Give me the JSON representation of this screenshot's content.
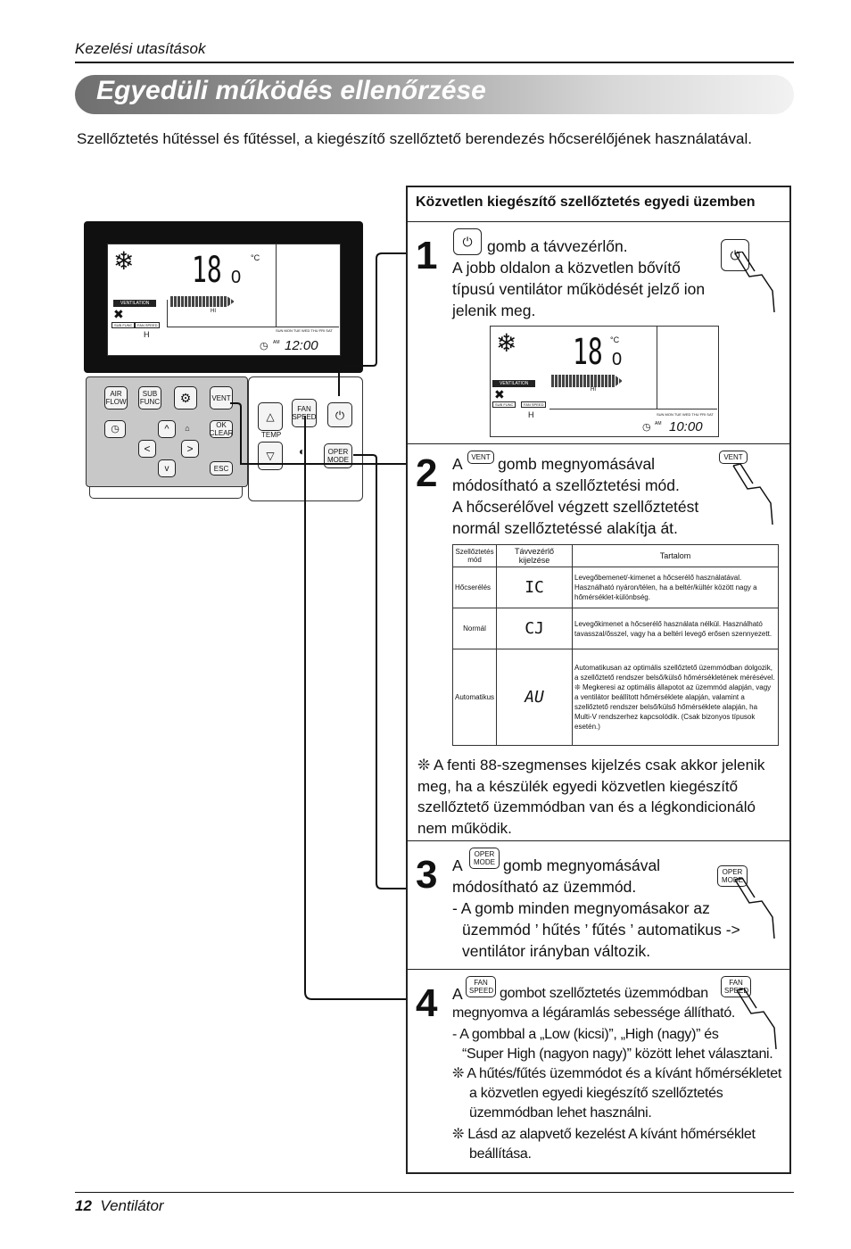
{
  "header": {
    "section": "Kezelési utasítások"
  },
  "title": "Egyedüli működés ellenőrzése",
  "intro": "Szellőztetés hűtéssel és fűtéssel, a kiegészítő szellőztető berendezés hőcserélőjének használatával.",
  "remote": {
    "lcd": {
      "temp": "18",
      "temp_dec": "0",
      "unit": "°C",
      "ventilation": "VENTILATION",
      "sub_func": "SUB FUNC",
      "fan_speed": "FAN SPEED",
      "fan_level": "HI",
      "h": "H",
      "am": "AM",
      "time_main": "12:00",
      "time_step": "10:00",
      "days": "SUN MON TUE WED THU FRI SAT"
    },
    "keys": {
      "air_flow": "AIR FLOW",
      "sub_func": "SUB FUNC",
      "vent": "VENT",
      "ok_clear": "OK CLEAR",
      "esc": "ESC",
      "temp": "TEMP",
      "fan_speed": "FAN SPEED",
      "oper_mode": "OPER MODE"
    }
  },
  "panel_header": "Közvetlen kiegészítő szellőztetés egyedi üzemben",
  "steps": [
    {
      "num": "1",
      "lines": [
        "gomb a távvezérlőn.",
        "A jobb oldalon a közvetlen bővítő",
        "típusú ventilátor működését jelző ion",
        "jelenik meg."
      ]
    },
    {
      "num": "2",
      "lead": "A",
      "lines": [
        "gomb megnyomásával",
        "módosítható a szellőztetési mód.",
        "A hőcserélővel végzett szellőztetést",
        "normál szellőztetéssé alakítja át."
      ]
    },
    {
      "num": "3",
      "lead": "A",
      "lines": [
        "gomb megnyomásával",
        "módosítható az üzemmód.",
        "- A gomb minden megnyomásakor az",
        "üzemmód ’ hűtés ’ fűtés ’ automatikus ->",
        "ventilátor irányban változik."
      ]
    },
    {
      "num": "4",
      "lead": "A",
      "lines": [
        "gombot szellőztetés üzemmódban",
        "megnyomva a légáramlás sebessége állítható.",
        "- A gombbal a „Low (kicsi)”, „High (nagy)” és",
        "“Super High (nagyon nagy)” között lehet választani.",
        "❊ A hűtés/fűtés üzemmódot és a kívánt hőmérsékletet",
        "a közvetlen egyedi kiegészítő szellőztetés",
        "üzemmódban lehet használni.",
        "❊ Lásd az alapvető kezelést  A kívánt hőmérséklet",
        "beállítása."
      ]
    }
  ],
  "table": {
    "headers": [
      "Szellőztetés mód",
      "Távvezérlő kijelzése",
      "Tartalom"
    ],
    "rows": [
      {
        "mode": "Hőcserélés",
        "display": "IC",
        "content": "Levegőbemenet/-kimenet a hőcserélő használatával. Használható nyáron/télen, ha a beltér/kültér között nagy a hőmérséklet-különbség."
      },
      {
        "mode": "Normál",
        "display": "CJ",
        "content": "Levegőkimenet a hőcserélő használata nélkül. Használható tavasszal/ősszel, vagy ha a beltéri levegő erősen szennyezett."
      },
      {
        "mode": "Automatikus",
        "display": "AU",
        "content": "Automatikusan az optimális szellőztető üzemmódban dolgozik, a szellőztető rendszer belső/külső hőmérsékletének mérésével.",
        "content2": "❊ Megkeresi az optimális állapotot az üzemmód alapján, vagy a ventilátor beállított hőmérséklete alapján, valamint a szellőztető rendszer belső/külső hőmérséklete alapján, ha Multi-V rendszerhez kapcsolódik. (Csak bizonyos típusok esetén.)"
      }
    ]
  },
  "note88": "❊ A fenti 88-szegmenses kijelzés csak akkor jelenik meg, ha a készülék egyedi közvetlen kiegészítő szellőztető üzemmódban van és a légkondicionáló nem működik.",
  "footer": {
    "page": "12",
    "label": "Ventilátor"
  }
}
